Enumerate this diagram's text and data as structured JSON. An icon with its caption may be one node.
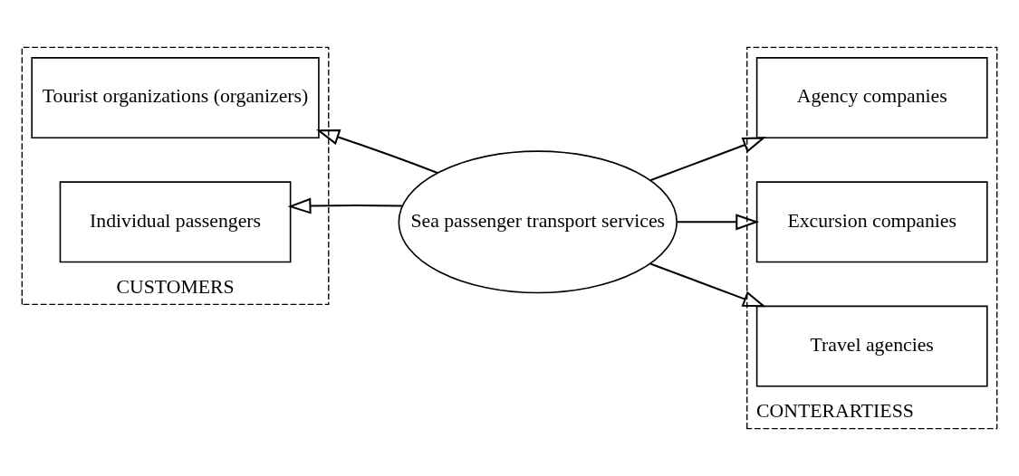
{
  "diagram": {
    "nodes": [
      {
        "text": [
          "CUSTOMERS"
        ]
      },
      {
        "text": [
          "Tourist organizations (organizers)"
        ],
        "in": 0
      },
      {
        "text": [
          "Individual passengers"
        ],
        "in": 0
      },
      {
        "text": [
          "Sea passenger transport services"
        ]
      },
      {
        "text": [
          "CONTERARTIESS"
        ]
      },
      {
        "text": [
          "Agency companies"
        ],
        "in": 4
      },
      {
        "text": [
          "Excursion companies"
        ],
        "in": 4
      },
      {
        "text": [
          "Travel agencies"
        ],
        "in": 4
      }
    ],
    "edges": [
      {
        "from": 3,
        "to": 1,
        "arrow": "to"
      },
      {
        "from": 3,
        "to": 2,
        "arrow": "to"
      },
      {
        "from": 3,
        "to": 5,
        "arrow": "to"
      },
      {
        "from": 3,
        "to": 6,
        "arrow": "to"
      },
      {
        "from": 3,
        "to": 7,
        "arrow": "to"
      }
    ]
  }
}
